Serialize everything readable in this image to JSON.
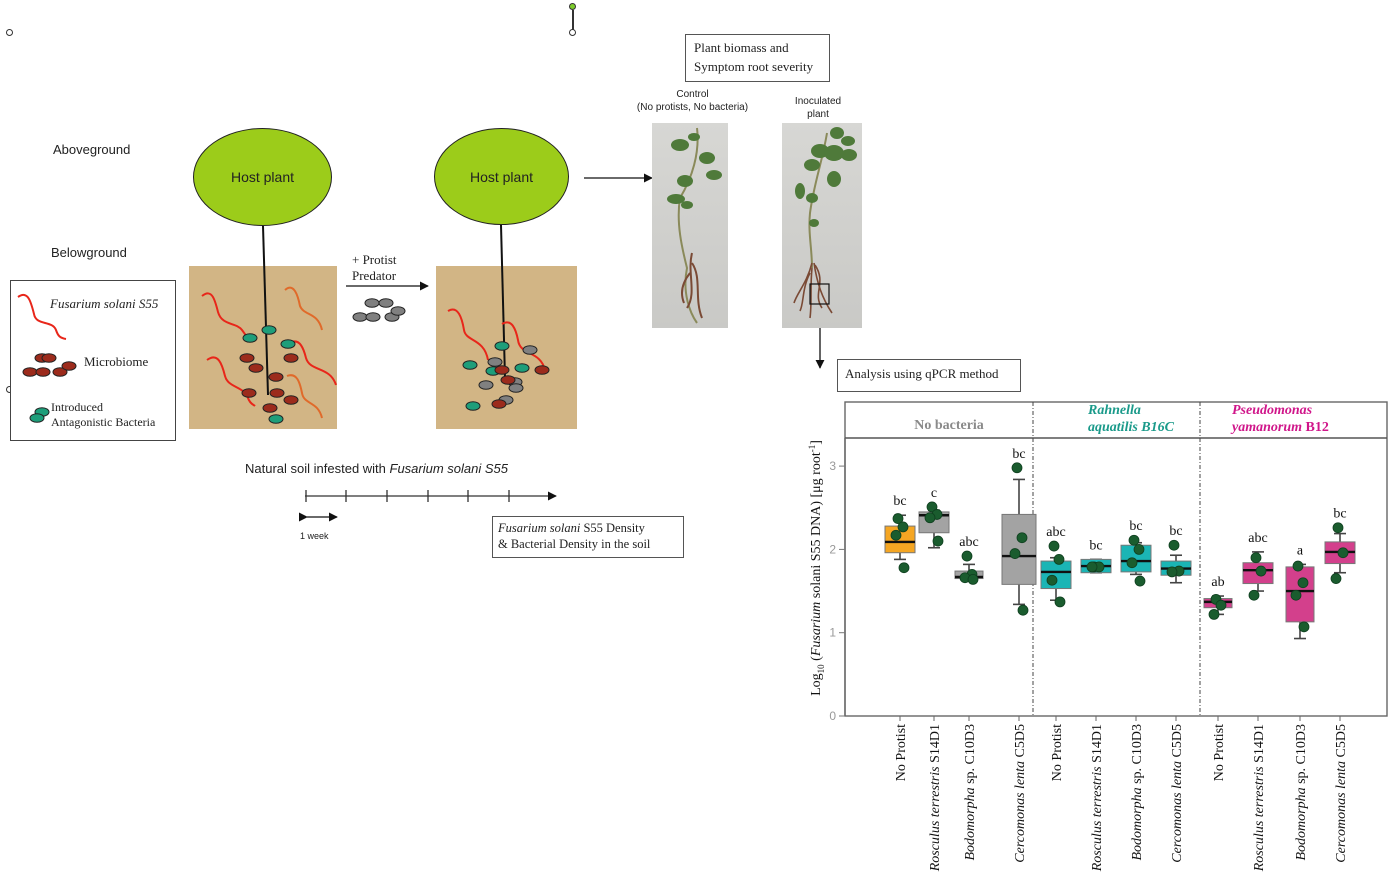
{
  "diagram": {
    "labels": {
      "aboveground": "Aboveground",
      "belowground": "Belowground",
      "host_plant_1": "Host plant",
      "host_plant_2": "Host plant",
      "protist_predator_line1": "+ Protist",
      "protist_predator_line2": "Predator",
      "timeline_title_prefix": "Natural soil infested with ",
      "timeline_title_species": "Fusarium solani S55",
      "one_week": "1 week",
      "density_box_species": "Fusarium solani",
      "density_box_line1_rest": " S55 Density",
      "density_box_line2": "& Bacterial Density in the soil",
      "biomass_box_line1": "Plant biomass and",
      "biomass_box_line2": "Symptom root severity",
      "control_line1": "Control",
      "control_line2": "(No protists, No bacteria)",
      "inoculated_line1": "Inoculated",
      "inoculated_line2": "plant",
      "qpcr_box": "Analysis using qPCR method"
    },
    "legend": {
      "fusarium": "Fusarium solani S55",
      "microbiome": "Microbiome",
      "introduced_line1": "Introduced",
      "introduced_line2": "Antagonistic Bacteria"
    },
    "colors": {
      "host_plant": "#9ccc1a",
      "soil": "#d2b585",
      "fungus": "#e8261a",
      "microbiome": "#9c2b1c",
      "antagonistic": "#1e9e7a",
      "protist": "#808080"
    }
  },
  "chart_data": {
    "type": "box",
    "ylabel_prefix": "Log",
    "ylabel_sub": "10",
    "ylabel_open": " (",
    "ylabel_species": "Fusarium",
    "ylabel_rest": " solani S55 DNA) [μg root",
    "ylabel_sup": "-1",
    "ylabel_close": "]",
    "ylim": [
      0,
      3.4
    ],
    "yticks": [
      "0",
      "1",
      "2",
      "3"
    ],
    "yticks_values": [
      0,
      1,
      2,
      3
    ],
    "panels": [
      {
        "title_line1": "No bacteria",
        "title_line2": "",
        "title_color": "#8a8a8a",
        "title_italic": false
      },
      {
        "title_line1": "Rahnella",
        "title_line2": "aquatilis B16C",
        "title_color": "#1a9a8a",
        "title_italic": true
      },
      {
        "title_line1": "Pseudomonas",
        "title_line2_italic": "yamanorum",
        "title_line2_rest": " B12",
        "title_color": "#d0168a",
        "title_italic": true
      }
    ],
    "categories": [
      {
        "italic": "",
        "rest": "No Protist"
      },
      {
        "italic": "Rosculus terrestris",
        "rest": " S14D1"
      },
      {
        "italic": "Bodomorpha",
        "rest": " sp. C10D3"
      },
      {
        "italic": "Cercomonas lenta",
        "rest": " C5D5"
      },
      {
        "italic": "",
        "rest": "No Protist"
      },
      {
        "italic": "Rosculus terrestris",
        "rest": " S14D1"
      },
      {
        "italic": "Bodomorpha",
        "rest": " sp. C10D3"
      },
      {
        "italic": "Cercomonas lenta",
        "rest": " C5D5"
      },
      {
        "italic": "",
        "rest": "No Protist"
      },
      {
        "italic": "Rosculus terrestris",
        "rest": " S14D1"
      },
      {
        "italic": "Bodomorpha",
        "rest": " sp. C10D3"
      },
      {
        "italic": "Cercomonas lenta",
        "rest": " C5D5"
      }
    ],
    "boxes": [
      {
        "panel": 0,
        "color": "#f5a623",
        "whisker_low": 1.88,
        "q1": 1.96,
        "median": 2.09,
        "q3": 2.28,
        "whisker_high": 2.41,
        "points": [
          2.37,
          2.27,
          2.17,
          1.78
        ],
        "letter": "bc"
      },
      {
        "panel": 0,
        "color": "#a3a3a3",
        "whisker_low": 2.02,
        "q1": 2.2,
        "median": 2.41,
        "q3": 2.45,
        "whisker_high": 2.47,
        "points": [
          2.51,
          2.42,
          2.38,
          2.1
        ],
        "letter": "c"
      },
      {
        "panel": 0,
        "color": "#a3a3a3",
        "whisker_low": 1.63,
        "q1": 1.65,
        "median": 1.67,
        "q3": 1.74,
        "whisker_high": 1.82,
        "points": [
          1.92,
          1.7,
          1.66,
          1.64
        ],
        "letter": "abc"
      },
      {
        "panel": 0,
        "color": "#a3a3a3",
        "whisker_low": 1.34,
        "q1": 1.58,
        "median": 1.92,
        "q3": 2.42,
        "whisker_high": 2.84,
        "points": [
          2.98,
          2.14,
          1.95,
          1.27
        ],
        "letter": "bc"
      },
      {
        "panel": 1,
        "color": "#1bb5b5",
        "whisker_low": 1.39,
        "q1": 1.53,
        "median": 1.73,
        "q3": 1.86,
        "whisker_high": 1.9,
        "points": [
          2.04,
          1.88,
          1.63,
          1.37
        ],
        "letter": "abc"
      },
      {
        "panel": 1,
        "color": "#1bb5b5",
        "whisker_low": 1.72,
        "q1": 1.72,
        "median": 1.8,
        "q3": 1.88,
        "whisker_high": 1.88,
        "points": [
          1.79,
          1.79,
          1.79
        ],
        "letter": "bc"
      },
      {
        "panel": 1,
        "color": "#1bb5b5",
        "whisker_low": 1.7,
        "q1": 1.73,
        "median": 1.86,
        "q3": 2.05,
        "whisker_high": 2.08,
        "points": [
          2.11,
          2.0,
          1.84,
          1.62
        ],
        "letter": "bc"
      },
      {
        "panel": 1,
        "color": "#1bb5b5",
        "whisker_low": 1.6,
        "q1": 1.69,
        "median": 1.77,
        "q3": 1.86,
        "whisker_high": 1.93,
        "points": [
          2.05,
          1.74,
          1.73
        ],
        "letter": "bc"
      },
      {
        "panel": 2,
        "color": "#d3408c",
        "whisker_low": 1.22,
        "q1": 1.3,
        "median": 1.37,
        "q3": 1.41,
        "whisker_high": 1.44,
        "points": [
          1.4,
          1.33,
          1.22
        ],
        "letter": "ab"
      },
      {
        "panel": 2,
        "color": "#d3408c",
        "whisker_low": 1.5,
        "q1": 1.59,
        "median": 1.75,
        "q3": 1.84,
        "whisker_high": 1.97,
        "points": [
          1.9,
          1.74,
          1.45
        ],
        "letter": "abc"
      },
      {
        "panel": 2,
        "color": "#d3408c",
        "whisker_low": 0.93,
        "q1": 1.13,
        "median": 1.5,
        "q3": 1.79,
        "whisker_high": 1.82,
        "points": [
          1.8,
          1.6,
          1.45,
          1.07
        ],
        "letter": "a"
      },
      {
        "panel": 2,
        "color": "#d3408c",
        "whisker_low": 1.72,
        "q1": 1.83,
        "median": 1.97,
        "q3": 2.09,
        "whisker_high": 2.19,
        "points": [
          2.26,
          1.96,
          1.65
        ],
        "letter": "bc"
      }
    ],
    "point_color": "#1a5c2e"
  }
}
